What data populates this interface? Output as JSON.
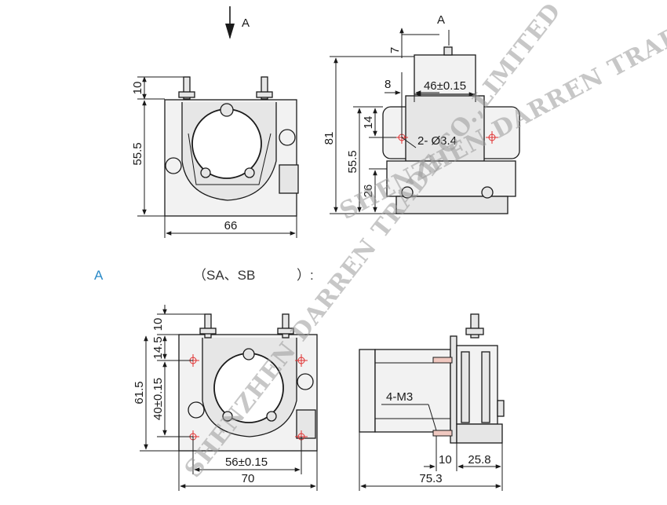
{
  "view_label": "A",
  "view_label_top": "A",
  "dims": {
    "d10_top": "10",
    "d55_5_left": "55.5",
    "d66": "66",
    "d7": "7",
    "d46": "46±0.15",
    "d8": "8",
    "d14": "14",
    "d81": "81",
    "d55_5_right": "55.5",
    "d26": "26",
    "hole": "2- Ø3.4",
    "d10_bottom": "10",
    "d14_5": "14.5",
    "d61_5": "61.5",
    "d40": "40±0.15",
    "d56": "56±0.15",
    "d70": "70",
    "m3": "4-M3",
    "d10_side": "10",
    "d25_8": "25.8",
    "d75_3": "75.3"
  },
  "caption": {
    "prefix": "A",
    "suffix": "（SA、SB",
    "end": "）:"
  },
  "watermark": "SHENZHEN DARREN TRADE CO.,LIMITED",
  "colors": {
    "line": "#1a1a1a",
    "marker": "#e03030",
    "caption_accent": "#2a8ac8"
  },
  "icons": [
    "view-arrow-icon",
    "mounting-hole-marker-icon"
  ]
}
